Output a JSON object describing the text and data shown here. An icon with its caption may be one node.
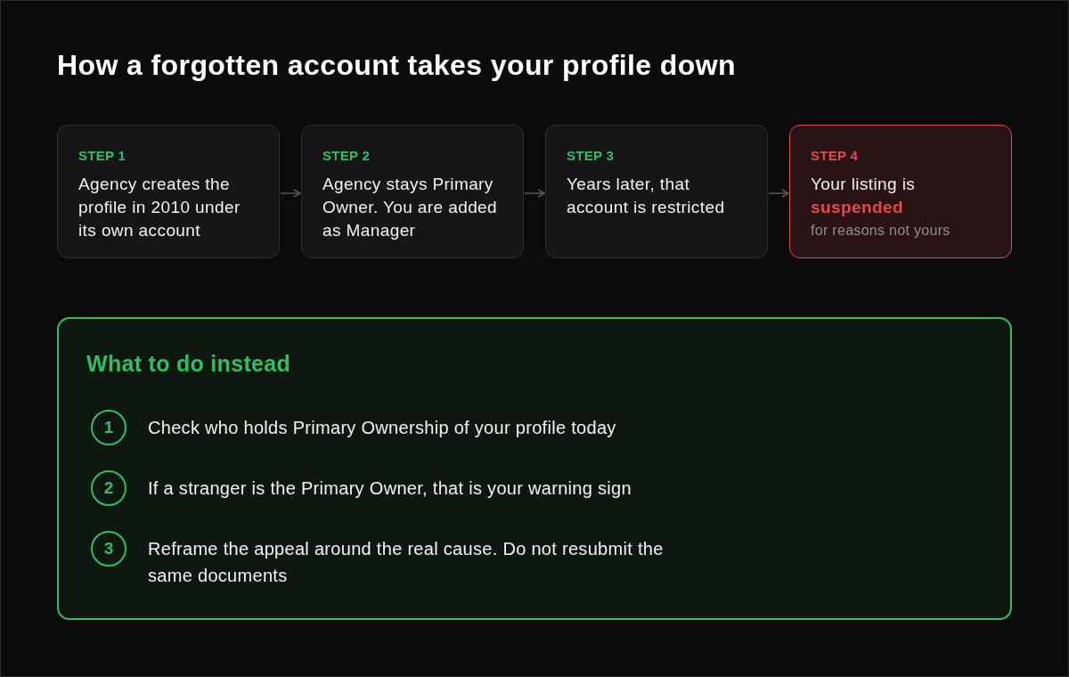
{
  "diagram": {
    "title": "How a forgotten account takes your profile down",
    "nodes": [
      {
        "text": [
          "STEP 1",
          "Agency creates the profile in 2010 under its own account"
        ]
      },
      {
        "text": [
          "STEP 2",
          "Agency stays Primary Owner. You are added as Manager"
        ]
      },
      {
        "text": [
          "STEP 3",
          "Years later, that account is restricted"
        ]
      },
      {
        "text": [
          "STEP 4",
          "Your listing is **suspended**",
          "for reasons not yours"
        ]
      },
      {
        "text": [
          "What to do instead"
        ]
      },
      {
        "text": [
          "1"
        ],
        "in": 4,
        "beside": [
          "Check who holds Primary Ownership of your profile today"
        ]
      },
      {
        "text": [
          "2"
        ],
        "in": 4,
        "beside": [
          "If a stranger is the Primary Owner, that is your warning sign"
        ]
      },
      {
        "text": [
          "3"
        ],
        "in": 4,
        "beside": [
          "Reframe the appeal around the real cause. Do not resubmit the same documents"
        ]
      }
    ],
    "edges": [
      {
        "from": 0,
        "to": 1,
        "arrow": "to"
      },
      {
        "from": 1,
        "to": 2,
        "arrow": "to"
      },
      {
        "from": 2,
        "to": 3,
        "arrow": "to"
      }
    ]
  }
}
